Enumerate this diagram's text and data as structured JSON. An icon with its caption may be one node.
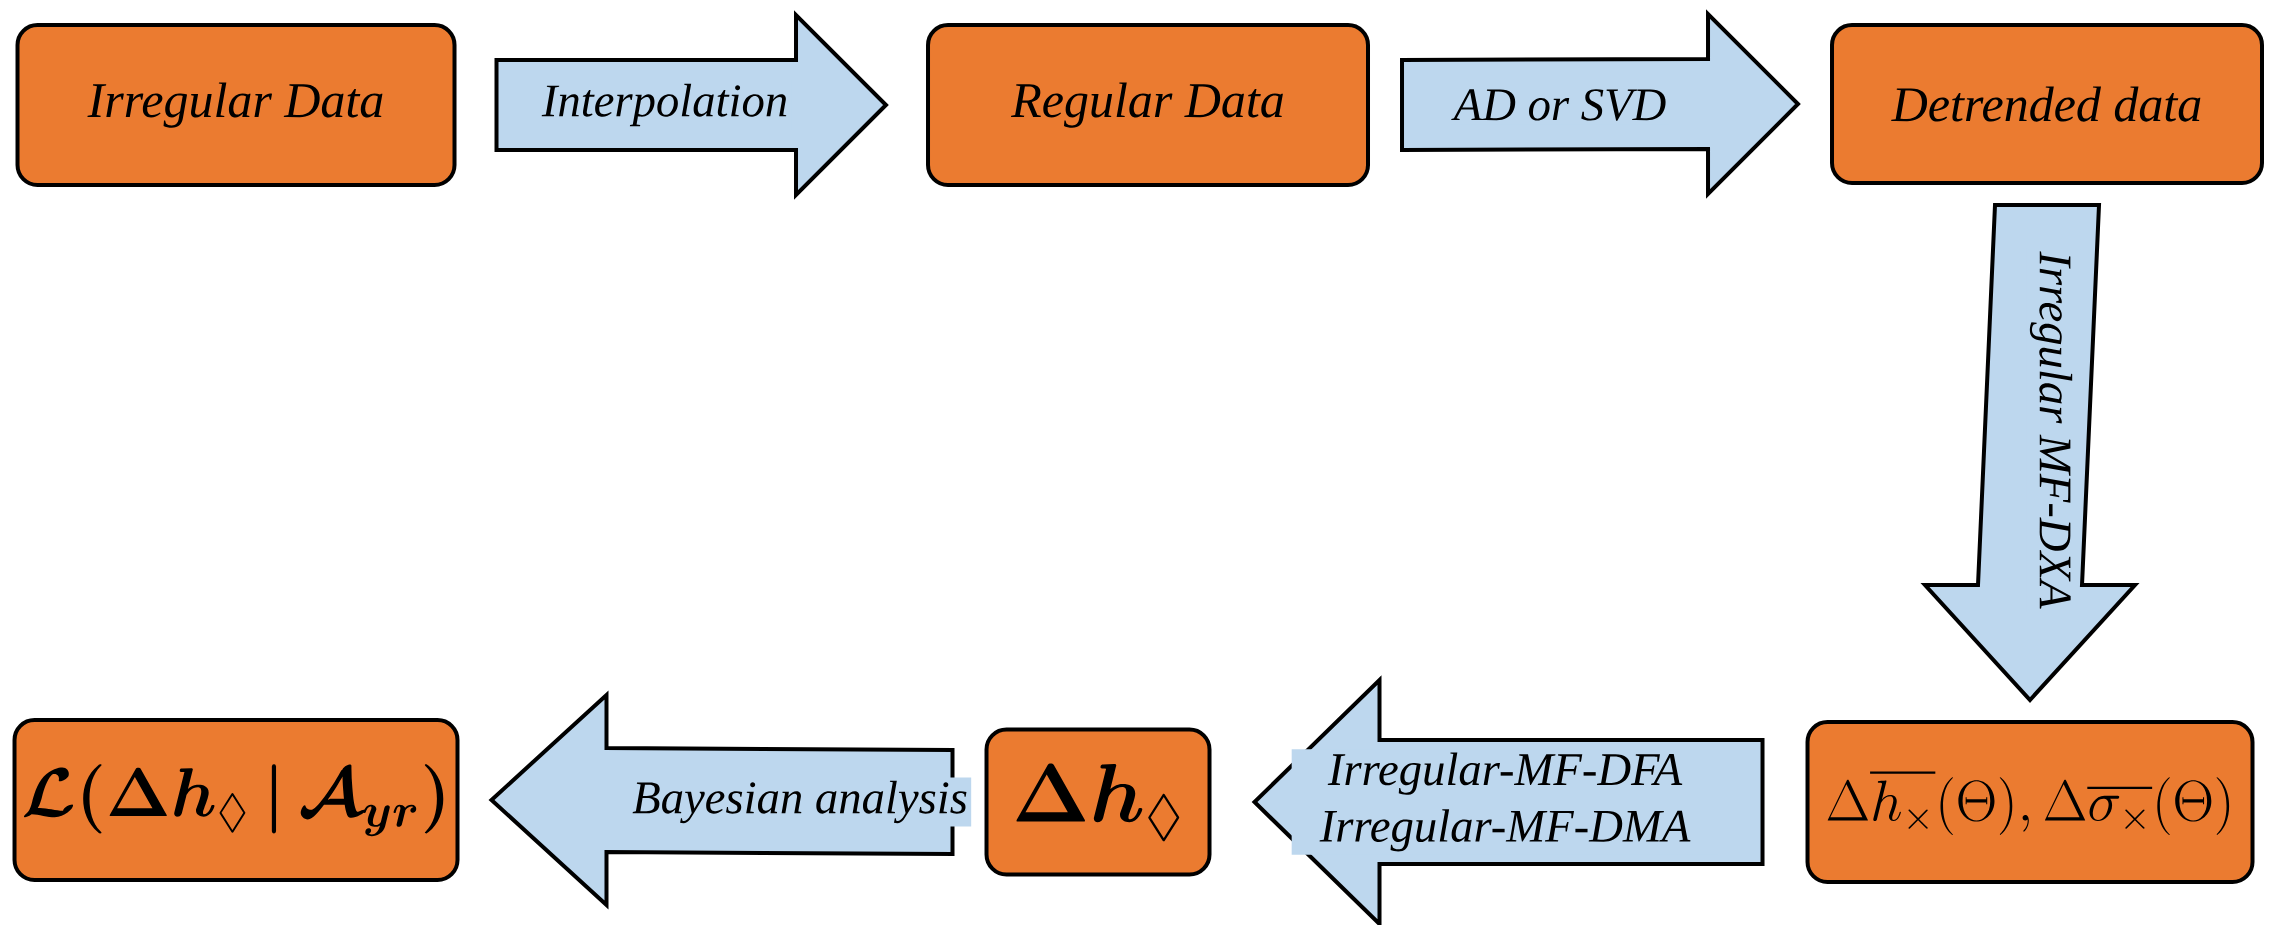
{
  "diagram": {
    "nodes": [
      {
        "text": [
          "Irregular Data"
        ]
      },
      {
        "text": [
          "Regular Data"
        ]
      },
      {
        "text": [
          "Detrended data"
        ]
      },
      {
        "text": [
          "\\Delta\\overline{h_{\\times}}(\\Theta),\\Delta\\overline{\\sigma_{\\times}}(\\Theta)"
        ]
      },
      {
        "text": [
          "\\Delta h_{\\Diamond}"
        ]
      },
      {
        "text": [
          "\\mathcal{L}(\\Delta h_{\\Diamond}\\,|\\,\\mathcal{A}_{yr})"
        ]
      }
    ],
    "edges": [
      {
        "from": 0,
        "to": 1,
        "arrow": "to",
        "label": "Interpolation"
      },
      {
        "from": 1,
        "to": 2,
        "arrow": "to",
        "label": "AD or SVD"
      },
      {
        "from": 2,
        "to": 3,
        "arrow": "to",
        "label": "Irregular MF-DXA"
      },
      {
        "from": 3,
        "to": 4,
        "arrow": "to",
        "label": "Irregular-MF-DFA Irregular-MF-DMA"
      },
      {
        "from": 4,
        "to": 5,
        "arrow": "to",
        "label": "Bayesian analysis"
      }
    ]
  }
}
